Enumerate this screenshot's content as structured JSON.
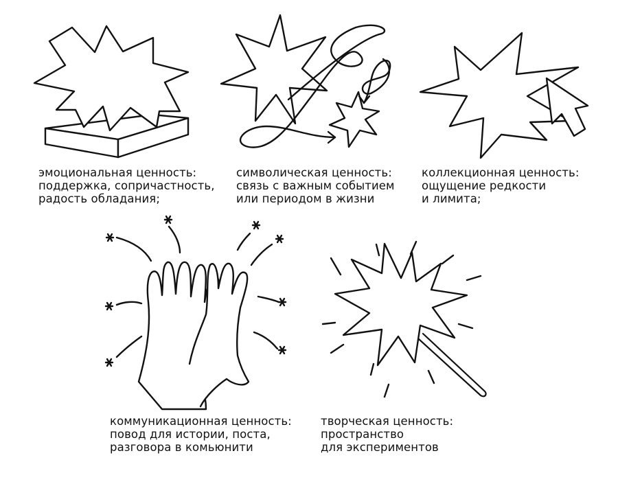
{
  "values": [
    {
      "id": "emotional",
      "icon": "starburst-on-platform-icon",
      "lines": [
        "эмоциональная ценность:",
        "поддержка, сопричастность,",
        "радость обладания;"
      ]
    },
    {
      "id": "symbolic",
      "icon": "stars-with-looping-path-icon",
      "lines": [
        "символическая ценность:",
        "связь с важным событием",
        "или периодом в жизни"
      ]
    },
    {
      "id": "collectible",
      "icon": "starburst-with-cursor-icon",
      "lines": [
        "коллекционная ценность:",
        "ощущение редкости",
        "и лимита;"
      ]
    },
    {
      "id": "communication",
      "icon": "high-five-hands-icon",
      "lines": [
        "коммуникационная ценность:",
        "повод для истории, поста,",
        "разговора в комьюнити"
      ]
    },
    {
      "id": "creative",
      "icon": "sparkler-burst-icon",
      "lines": [
        "творческая ценность:",
        "пространство",
        "для экспериментов"
      ]
    }
  ],
  "colors": {
    "stroke": "#111111",
    "background": "#ffffff"
  }
}
